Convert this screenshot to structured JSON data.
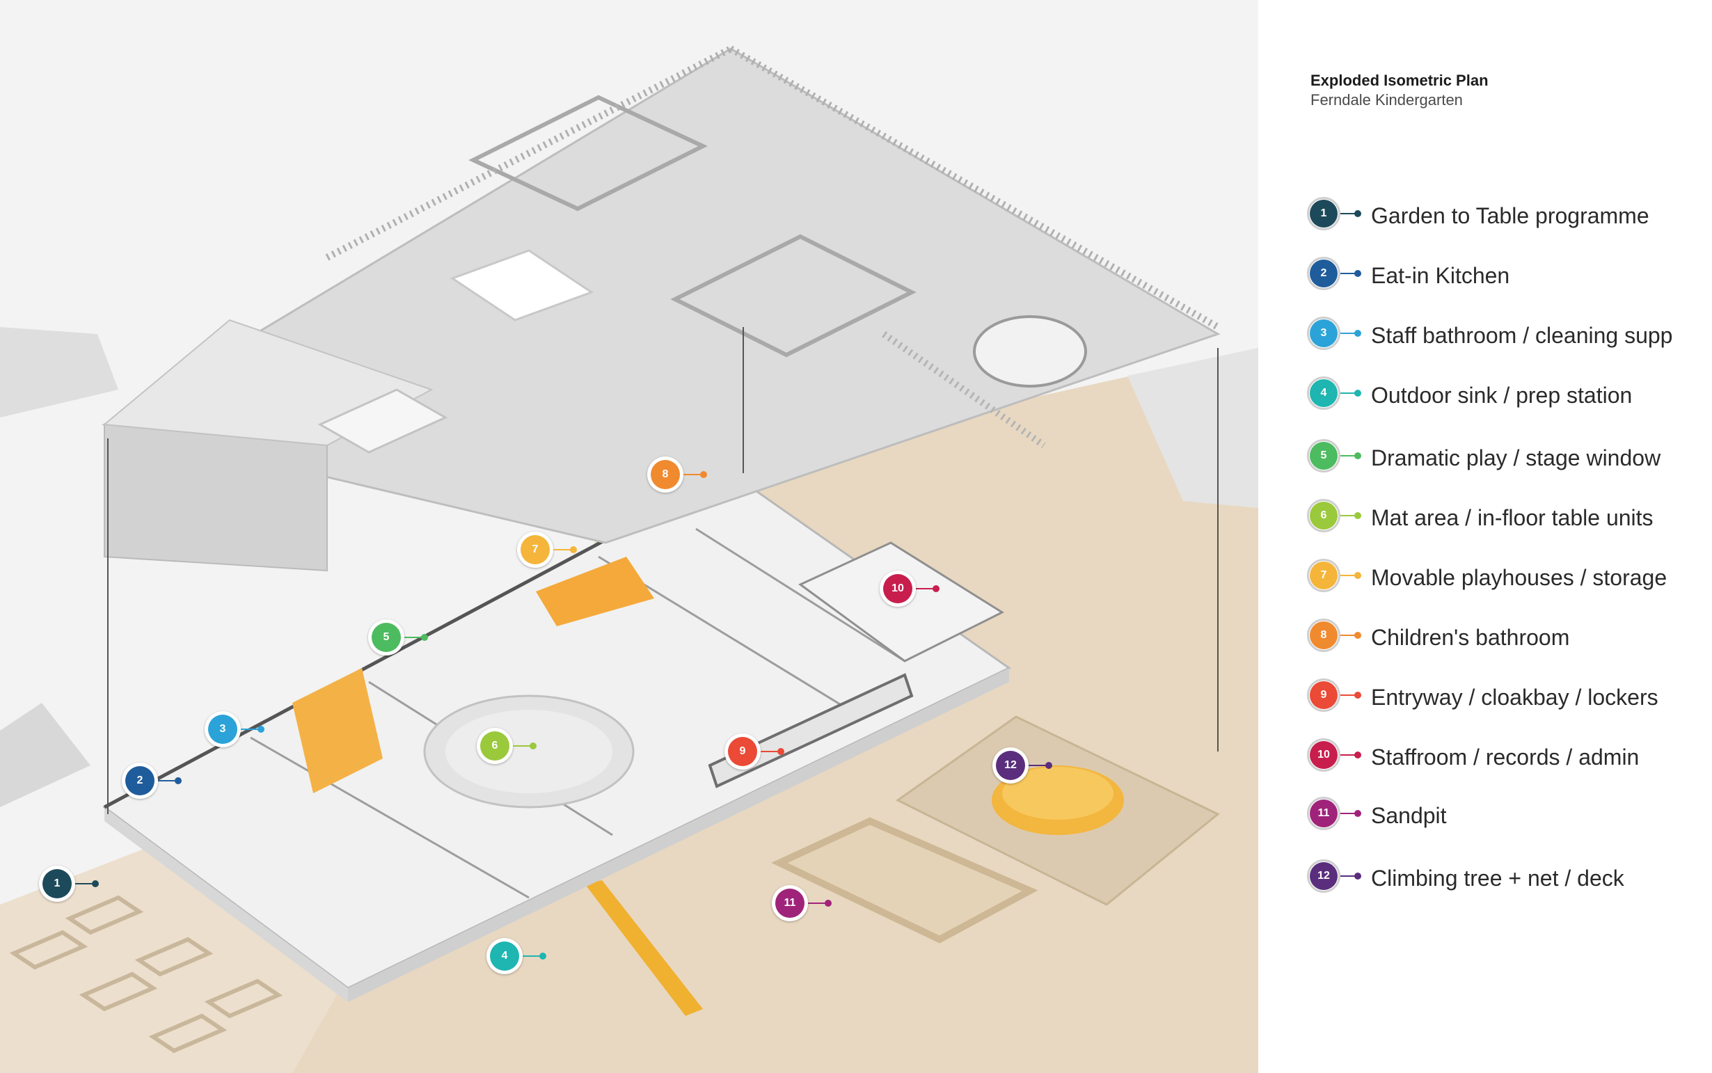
{
  "header": {
    "title": "Exploded Isometric Plan",
    "subtitle": "Ferndale Kindergarten"
  },
  "legend": [
    {
      "num": "1",
      "label": "Garden to Table programme",
      "color": "#1d4a5a"
    },
    {
      "num": "2",
      "label": "Eat-in Kitchen",
      "color": "#1f5c9c"
    },
    {
      "num": "3",
      "label": "Staff bathroom / cleaning supp",
      "color": "#2ba3d8"
    },
    {
      "num": "4",
      "label": "Outdoor sink / prep station",
      "color": "#1fb5b0"
    },
    {
      "num": "5",
      "label": "Dramatic play / stage window",
      "color": "#4dbb5f"
    },
    {
      "num": "6",
      "label": "Mat area / in-floor table units",
      "color": "#9ac93b"
    },
    {
      "num": "7",
      "label": "Movable playhouses / storage",
      "color": "#f4b53a"
    },
    {
      "num": "8",
      "label": "Children's bathroom",
      "color": "#f08a2f"
    },
    {
      "num": "9",
      "label": "Entryway / cloakbay / lockers",
      "color": "#ea4a36"
    },
    {
      "num": "10",
      "label": "Staffroom / records / admin",
      "color": "#c81e4d"
    },
    {
      "num": "11",
      "label": "Sandpit",
      "color": "#a0237a"
    },
    {
      "num": "12",
      "label": "Climbing tree + net / deck",
      "color": "#5a2e7d"
    }
  ],
  "colors": {
    "ground": "#eddfcd",
    "deck": "#e2d2bb",
    "building": "#e9e9e9",
    "roof": "#d9d9d9",
    "accent_orange": "#f2b23a"
  }
}
